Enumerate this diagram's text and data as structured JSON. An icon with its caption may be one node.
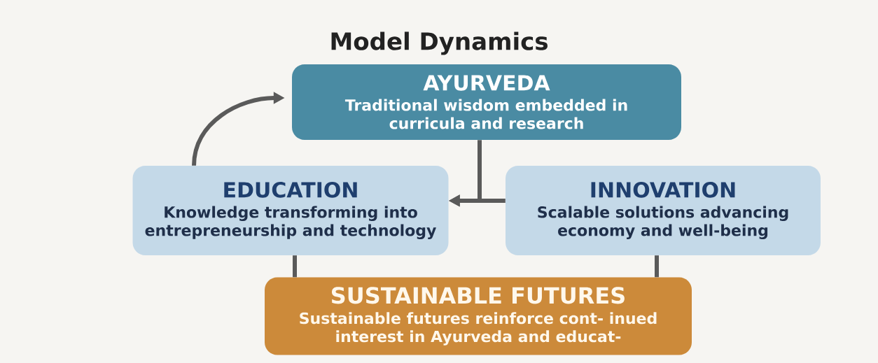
{
  "diagram": {
    "title": "Model Dynamics",
    "nodes": [
      {
        "text": [
          "AYURVEDA",
          "Traditional wisdom embedded in curricula and research"
        ]
      },
      {
        "text": [
          "EDUCATION",
          "Knowledge transforming into entrepreneurship and technology"
        ]
      },
      {
        "text": [
          "INNOVATION",
          "Scalable solutions advancing economy and well-being"
        ]
      },
      {
        "text": [
          "SUSTAINABLE FUTURES",
          "Sustainable futures reinforce cont- inued interest in Ayurveda and educat-"
        ]
      }
    ],
    "edges": [
      {
        "from": 0,
        "to": 1,
        "arrow": "to"
      },
      {
        "from": 2,
        "to": 1,
        "arrow": "to"
      },
      {
        "from": 1,
        "to": 0,
        "arrow": "to"
      },
      {
        "from": 1,
        "to": 3,
        "arrow": "none"
      },
      {
        "from": 2,
        "to": 3,
        "arrow": "none"
      }
    ]
  }
}
